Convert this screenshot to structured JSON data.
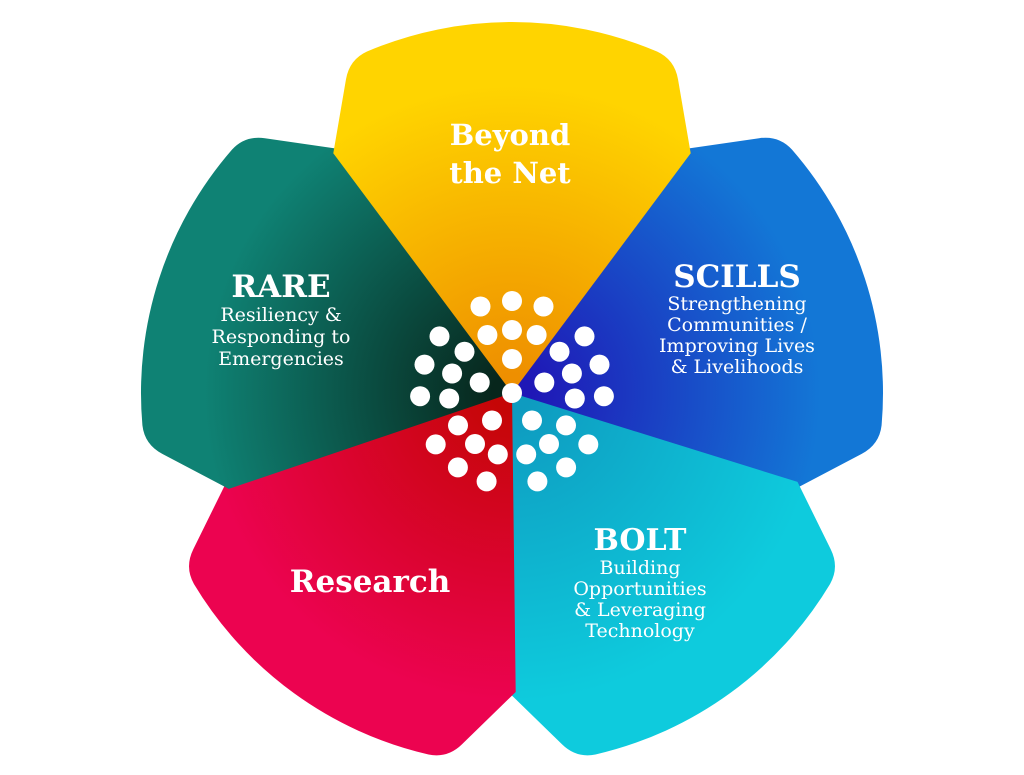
{
  "background": "#FFFFFF",
  "diagram": {
    "type": "five-petal-flower-infographic",
    "petals": [
      {
        "id": "beyond-the-net",
        "name": "Beyond the Net",
        "axis_deg": -90,
        "color_inner": "#EE8F00",
        "color_outer": "#FFD400",
        "title_lines": [
          "Beyond",
          "the Net"
        ],
        "subtitle_lines": []
      },
      {
        "id": "scills",
        "name": "SCILLS",
        "axis_deg": -18,
        "color_inner": "#1F17B6",
        "color_outer": "#1377D6",
        "title": "SCILLS",
        "subtitle_lines": [
          "Strengthening",
          "Communities /",
          "Improving Lives",
          "& Livelihoods"
        ]
      },
      {
        "id": "bolt",
        "name": "BOLT",
        "axis_deg": 54,
        "color_inner": "#0E9BC0",
        "color_outer": "#0ECBDD",
        "title": "BOLT",
        "subtitle_lines": [
          "Building",
          "Opportunities",
          "& Leveraging",
          "Technology"
        ]
      },
      {
        "id": "research",
        "name": "Research",
        "axis_deg": 126,
        "color_inner": "#C50606",
        "color_outer": "#EC0350",
        "title": "Research",
        "subtitle_lines": []
      },
      {
        "id": "rare",
        "name": "RARE",
        "axis_deg": 198,
        "color_inner": "#07261C",
        "color_outer": "#0F8274",
        "title": "RARE",
        "subtitle_lines": [
          "Resiliency &",
          "Responding to",
          "Emergencies"
        ]
      }
    ],
    "center_dots": {
      "color": "#FFFFFF",
      "dot_radius": 10,
      "center_dot": true,
      "per_petal_rows": [
        {
          "r": 34,
          "offsets_deg": [
            0
          ]
        },
        {
          "r": 63,
          "offsets_deg": [
            -23,
            0,
            23
          ]
        },
        {
          "r": 92,
          "offsets_deg": [
            -20,
            0,
            20
          ]
        }
      ]
    }
  }
}
